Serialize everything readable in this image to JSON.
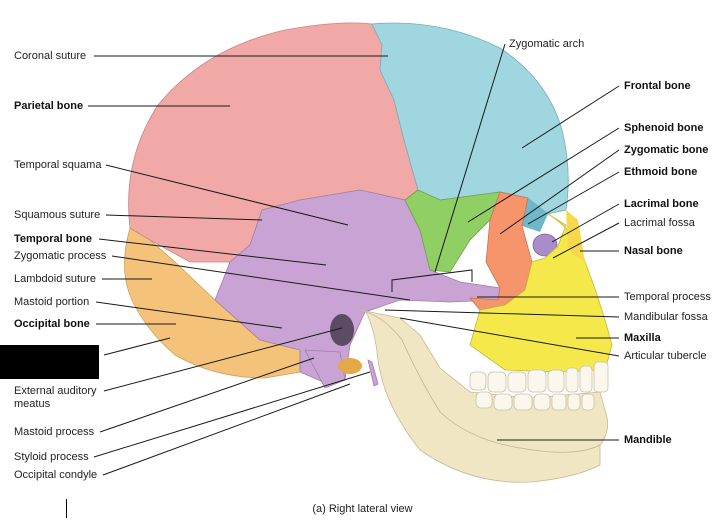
{
  "labels_left": {
    "coronal_suture": "Coronal suture",
    "parietal_bone": "Parietal bone",
    "temporal_squama": "Temporal squama",
    "squamous_suture": "Squamous suture",
    "temporal_bone": "Temporal bone",
    "zygomatic_process": "Zygomatic process",
    "lambdoid_suture": "Lambdoid suture",
    "mastoid_portion": "Mastoid portion",
    "occipital_bone": "Occipital bone",
    "external_auditory_meatus": "External auditory\nmeatus",
    "mastoid_process": "Mastoid process",
    "styloid_process": "Styloid process",
    "occipital_condyle": "Occipital condyle"
  },
  "labels_right": {
    "zygomatic_arch": "Zygomatic arch",
    "frontal_bone": "Frontal bone",
    "sphenoid_bone": "Sphenoid bone",
    "zygomatic_bone": "Zygomatic bone",
    "ethmoid_bone": "Ethmoid bone",
    "lacrimal_bone": "Lacrimal bone",
    "lacrimal_fossa": "Lacrimal fossa",
    "nasal_bone": "Nasal bone",
    "temporal_process": "Temporal process",
    "mandibular_fossa": "Mandibular fossa",
    "maxilla": "Maxilla",
    "articular_tubercle": "Articular tubercle",
    "mandible": "Mandible"
  },
  "caption": "(a) Right lateral view",
  "colors": {
    "parietal": "#f0a9a6",
    "frontal": "#9fd6df",
    "temporal": "#c9a3d3",
    "sphenoid": "#8fcf63",
    "zygomatic": "#f6956c",
    "maxilla": "#f4e84a",
    "mandible": "#f1e6c4",
    "occipital": "#f5c27a",
    "ethmoid": "#6fb8c9",
    "lacrimal": "#a98cc9",
    "teeth": "#fbf7ec"
  }
}
